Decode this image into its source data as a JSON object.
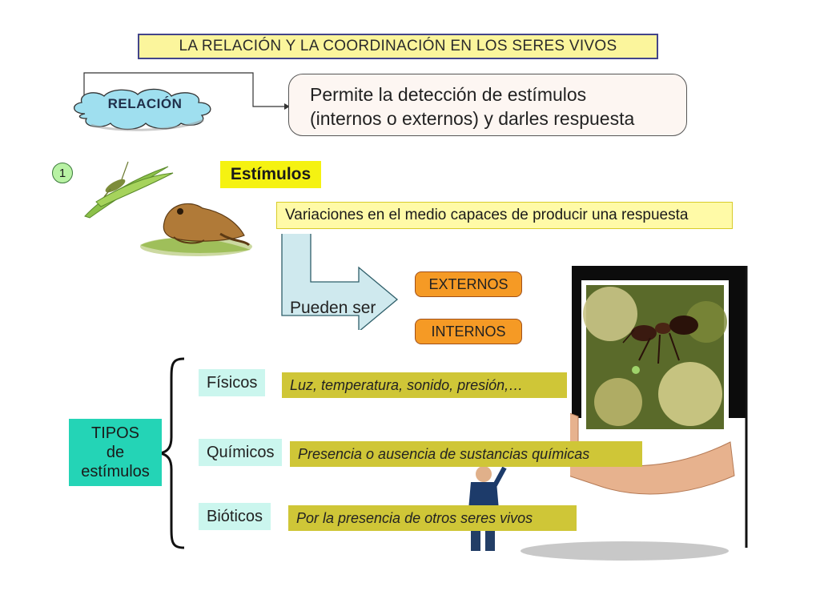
{
  "title": "LA RELACIÓN Y LA COORDINACIÓN EN LOS SERES VIVOS",
  "relacion": {
    "cloud_label": "RELACIÓN",
    "definition_line1": "Permite la detección de estímulos",
    "definition_line2": "(internos o externos) y darles respuesta"
  },
  "section": {
    "number": "1",
    "heading": "Estímulos",
    "definition": "Variaciones en el medio capaces de producir una respuesta",
    "arrow_label": "Pueden ser",
    "externos": "EXTERNOS",
    "internos": "INTERNOS"
  },
  "tipos": {
    "title_line1": "TIPOS",
    "title_line2": "de",
    "title_line3": "estímulos",
    "items": [
      {
        "label": "Físicos",
        "description": "Luz, temperatura, sonido, presión,…"
      },
      {
        "label": "Químicos",
        "description": "Presencia o ausencia de sustancias químicas"
      },
      {
        "label": "Bióticos",
        "description": "Por la presencia de otros seres vivos"
      }
    ]
  },
  "icons": {
    "frog": "frog-illustration",
    "grasshopper": "grasshopper-on-leaf",
    "ant": "ant-photo",
    "hand": "hand-holding-photo"
  },
  "colors": {
    "title_bg": "#fbf59c",
    "title_border": "#43458a",
    "heading_bg": "#f5f211",
    "pill_bg": "#f59a25",
    "tipo_label_bg": "#cbf6ee",
    "tipo_desc_bg": "#cfc637",
    "tipos_box_bg": "#24d4b6",
    "arrow_fill": "#cfe9ee"
  }
}
